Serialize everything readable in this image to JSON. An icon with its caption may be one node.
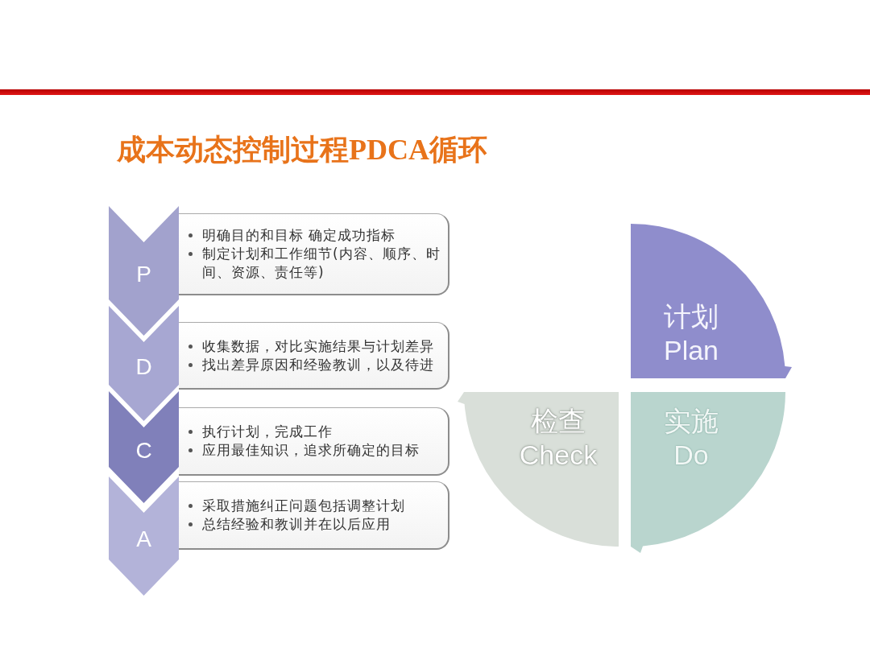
{
  "diagram": {
    "title": "成本动态控制过程PDCA循环",
    "nodes": [
      {
        "text": [
          "P"
        ]
      },
      {
        "text": [
          "明确目的和目标 确定成功指标",
          "制定计划和工作细节(内容、顺序、时间、资源、责任等)"
        ]
      },
      {
        "text": [
          "D"
        ]
      },
      {
        "text": [
          "收集数据，对比实施结果与计划差异",
          "找出差异原因和经验教训，以及待进"
        ]
      },
      {
        "text": [
          "C"
        ]
      },
      {
        "text": [
          "执行计划，完成工作",
          "应用最佳知识，追求所确定的目标"
        ]
      },
      {
        "text": [
          "A"
        ]
      },
      {
        "text": [
          "采取措施纠正问题包括调整计划",
          "总结经验和教训并在以后应用"
        ]
      },
      {
        "text": [
          "计划",
          "Plan"
        ]
      },
      {
        "text": [
          "实施",
          "Do"
        ]
      },
      {
        "text": [
          "检查",
          "Check"
        ]
      }
    ]
  }
}
